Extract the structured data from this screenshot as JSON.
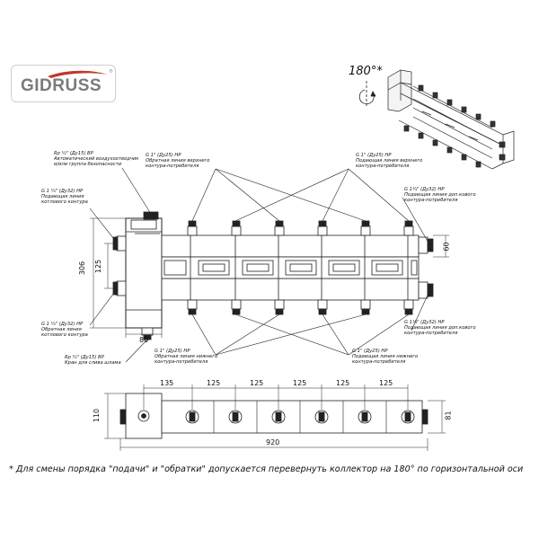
{
  "brand": {
    "name": "GIDRUSS",
    "registered": "®"
  },
  "rotation_note": "180°*",
  "footnote": "* Для смены порядка \"подачи\" и \"обратки\" допускается перевернуть коллектор на 180° по горизонтальной оси",
  "labels": {
    "air_vent": [
      "Rp ½\" (Ду15) ВР",
      "Автоматический воздухоотводчик",
      "и/или группа безопасности"
    ],
    "boiler_supply": [
      "G 1 ¼\" (Ду32) НР",
      "Подающая линия",
      "котлового контура"
    ],
    "boiler_return": [
      "G 1 ¼\" (Ду32) НР",
      "Обратная линия",
      "котлового контура"
    ],
    "drain": [
      "Rp ½\" (Ду15) ВР",
      "Кран для слива шлама"
    ],
    "upper_return": [
      "G 1\" (Ду25) НР",
      "Обратная линия верхнего",
      "контура-потребителя"
    ],
    "upper_supply": [
      "G 1\" (Ду25) НР",
      "Подающая линия верхнего",
      "контура-потребителя"
    ],
    "extra_supply": [
      "G 1¼\" (Ду32) НР",
      "Подающая линия доп.кового",
      "контура-потребителя"
    ],
    "lower_return": [
      "G 1\" (Ду25) НР",
      "Обратная линия нижнего",
      "контура-потребителя"
    ],
    "lower_supply": [
      "G 1\" (Ду25) НР",
      "Подающая линия нижнего",
      "контура-потребителя"
    ],
    "extra_return": [
      "G 1¼\" (Ду32) НР",
      "Подающая линия доп.кового",
      "контура-потребителя"
    ]
  },
  "dimensions": {
    "height_total": "306",
    "height_inner": "125",
    "width_bottom_left": "80",
    "right_height": "60",
    "bottom_spacings": [
      "135",
      "125",
      "125",
      "125",
      "125",
      "125"
    ],
    "bottom_total": "920",
    "bottom_left_height": "110",
    "bottom_right_height": "81"
  }
}
